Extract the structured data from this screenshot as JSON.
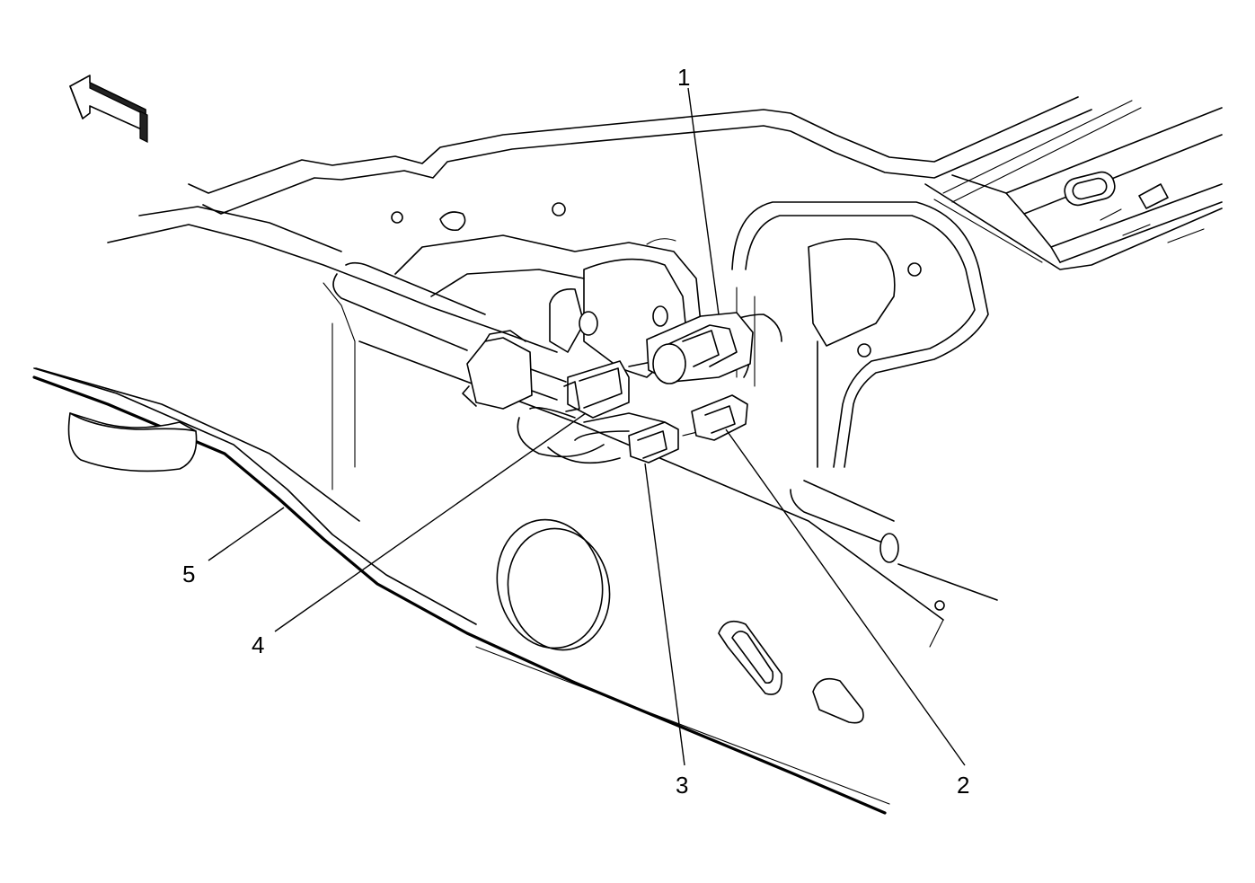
{
  "callouts": [
    {
      "id": "1",
      "label": "1"
    },
    {
      "id": "2",
      "label": "2"
    },
    {
      "id": "3",
      "label": "3"
    },
    {
      "id": "4",
      "label": "4"
    },
    {
      "id": "5",
      "label": "5"
    }
  ],
  "colors": {
    "line": "#000000",
    "background": "#ffffff"
  },
  "icons": {
    "direction": "front-direction-arrow-icon"
  }
}
